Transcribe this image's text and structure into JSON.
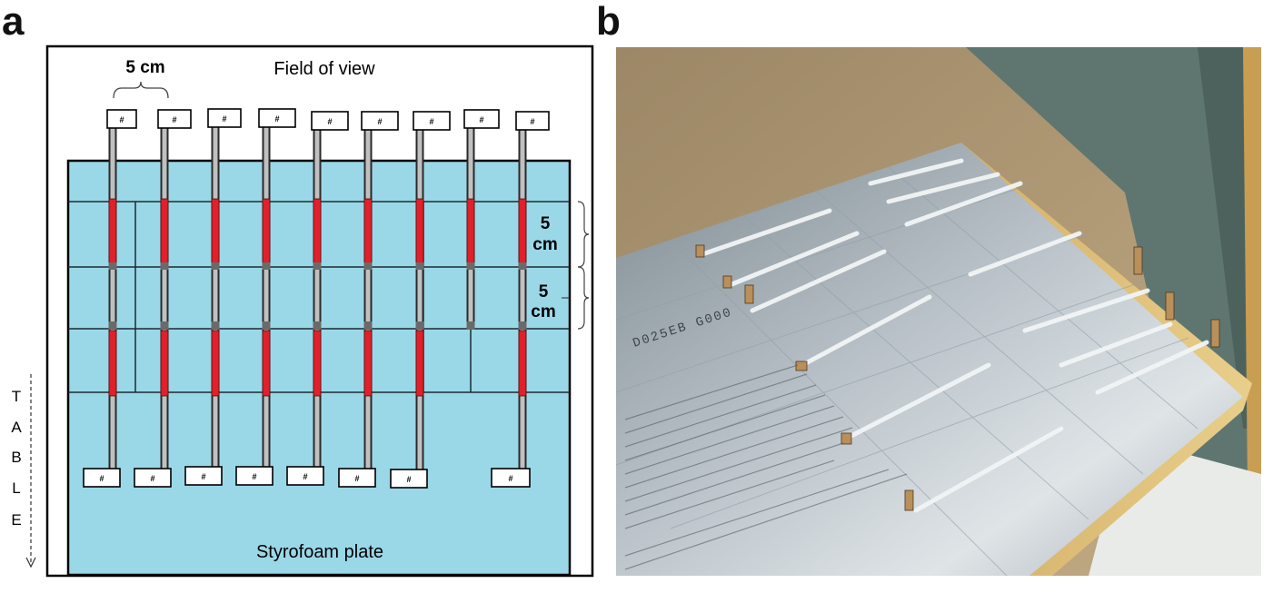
{
  "panels": {
    "a": "a",
    "b": "b"
  },
  "diagram": {
    "field_of_view_label": "Field of view",
    "spacing_label_top": "5 cm",
    "right_label_1": {
      "line1": "5",
      "line2": "cm"
    },
    "right_label_2": {
      "line1": "5",
      "line2": "cm"
    },
    "table_label": [
      "T",
      "A",
      "B",
      "L",
      "E"
    ],
    "plate_label": "Styrofoam plate",
    "tag_text": "#",
    "colors": {
      "plate": "#9ad8e8",
      "rod": "#c0c0c0",
      "active": "#e0202a",
      "border": "#000000"
    }
  },
  "photo": {
    "plate_text_code": "D025EB G000"
  }
}
